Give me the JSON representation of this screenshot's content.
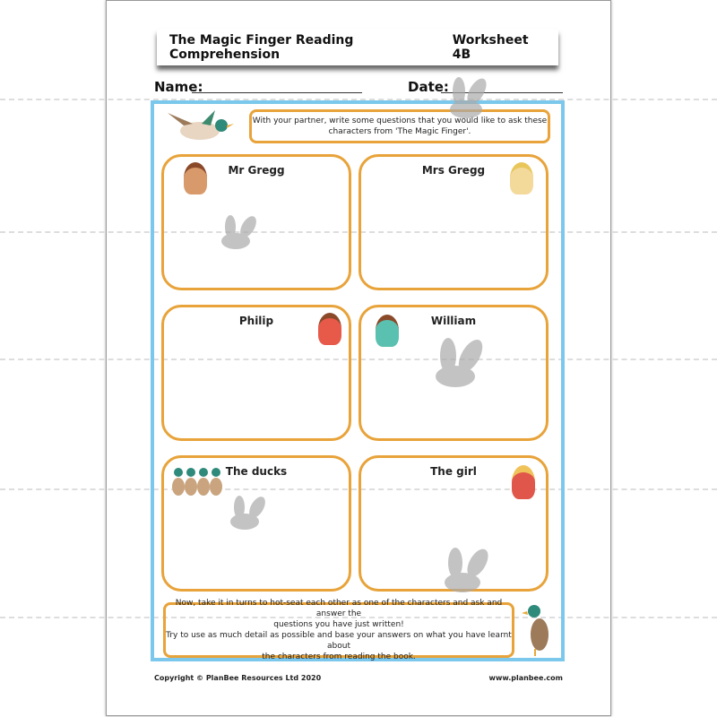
{
  "header": {
    "title": "The Magic Finger Reading Comprehension",
    "worksheet": "Worksheet 4B"
  },
  "fields": {
    "name_label": "Name:",
    "date_label": "Date:"
  },
  "intro": {
    "line1": "With your partner, write some questions that you would like to ask these",
    "line2": "characters from 'The Magic Finger'."
  },
  "characters": [
    {
      "name": "Mr Gregg"
    },
    {
      "name": "Mrs Gregg"
    },
    {
      "name": "Philip"
    },
    {
      "name": "William"
    },
    {
      "name": "The ducks"
    },
    {
      "name": "The girl"
    }
  ],
  "outro": {
    "line1": "Now, take it in turns to hot-seat each other as one of the characters and ask and answer the",
    "line2": "questions you have just written!",
    "line3": "Try to use as much detail as possible and base your answers on what you have learnt about",
    "line4": "the characters from reading the book."
  },
  "footer": {
    "copyright": "Copyright © PlanBee Resources Ltd 2020",
    "website": "www.planbee.com"
  },
  "colors": {
    "frame": "#7cc8ec",
    "card_border": "#e8a33a"
  }
}
